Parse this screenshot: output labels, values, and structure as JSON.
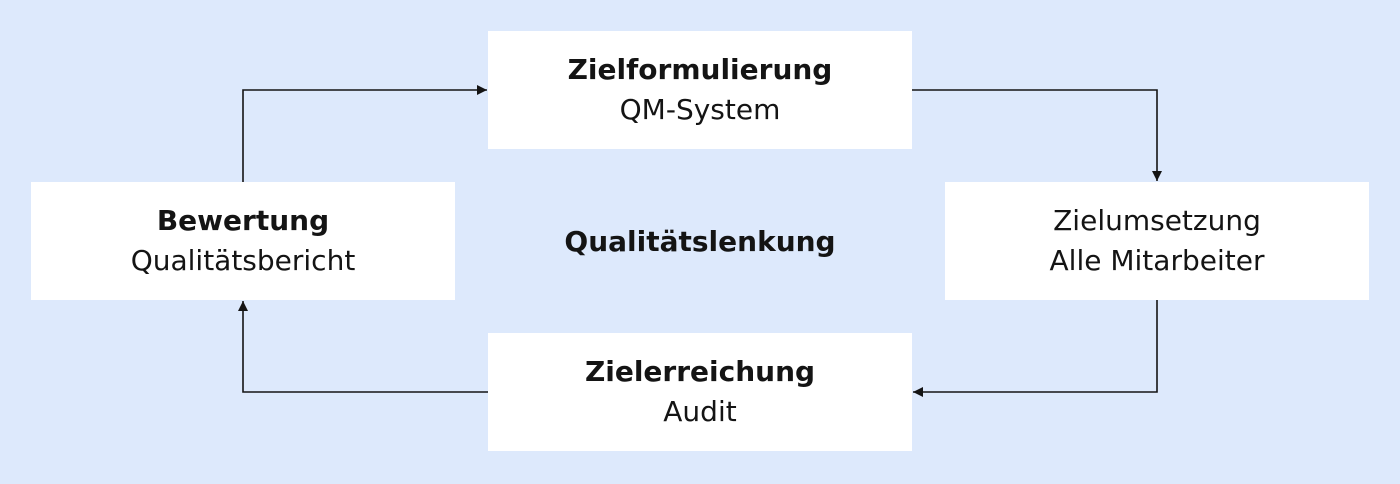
{
  "center_label": "Qualitätslenkung",
  "nodes": {
    "top": {
      "title": "Zielformulierung",
      "subtitle": "QM-System"
    },
    "right": {
      "title": "",
      "line1": "Zielumsetzung",
      "line2": "Alle Mitarbeiter"
    },
    "bottom": {
      "title": "Zielerreichung",
      "subtitle": "Audit"
    },
    "left": {
      "title": "Bewertung",
      "subtitle": "Qualitätsbericht"
    }
  },
  "colors": {
    "background": "#dde9fc",
    "box": "#ffffff",
    "line": "#141414"
  }
}
